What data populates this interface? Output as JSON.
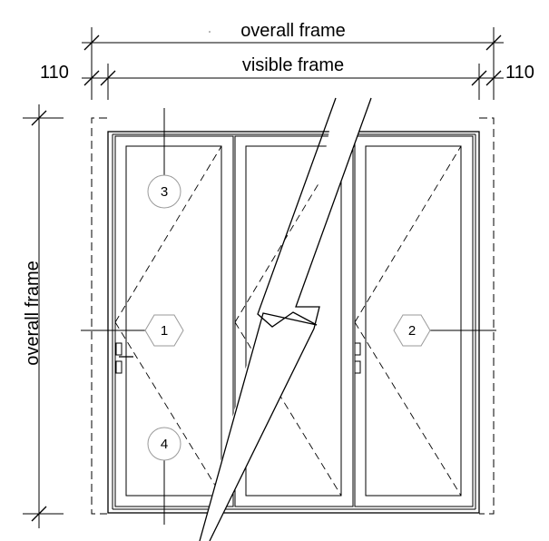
{
  "dimensions": {
    "overall_width_label": "overall frame",
    "visible_width_label": "visible frame",
    "left_offset": "110",
    "right_offset": "110",
    "overall_height_label": "overall frame"
  },
  "tags": {
    "tag_1": "1",
    "tag_2": "2",
    "tag_3": "3",
    "tag_4": "4"
  }
}
